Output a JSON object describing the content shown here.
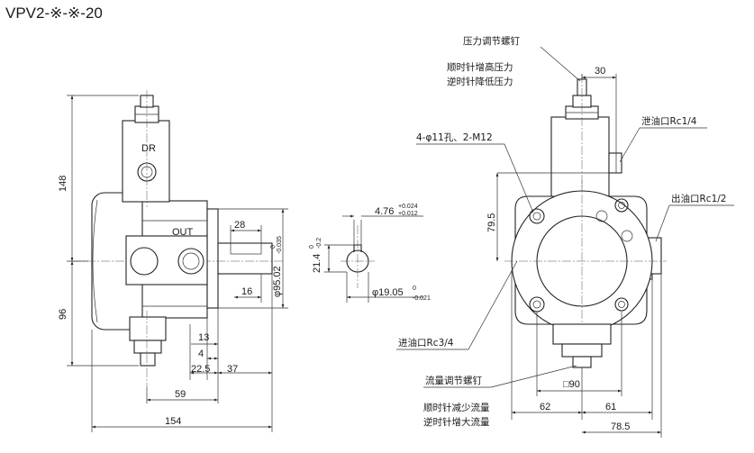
{
  "title": "VPV2-※-※-20",
  "side_view": {
    "labels": {
      "dr": "DR",
      "out": "OUT"
    },
    "dims": {
      "h148": "148",
      "h96": "96",
      "w154": "154",
      "w59": "59",
      "w22_5": "22.5",
      "w37": "37",
      "w4": "4",
      "h13": "13",
      "w28": "28",
      "w16": "16",
      "shaft_dia": "φ95.02",
      "shaft_tol_up": "0",
      "shaft_tol_low": "-0.035"
    }
  },
  "shaft_section": {
    "key_width": "4.76",
    "key_tol_up": "+0.024",
    "key_tol_low": "+0.012",
    "height": "21.4",
    "height_tol_up": "0",
    "height_tol_low": "-0.2",
    "diameter": "φ19.05",
    "dia_tol_up": "0",
    "dia_tol_low": "-0.021"
  },
  "front_view": {
    "callouts": {
      "pressure_screw": "压力调节螺钉",
      "cw_increase": "顺时针增高压力",
      "ccw_decrease": "逆时针降低压力",
      "holes": "4-φ11孔、2-M12",
      "drain": "泄油口Rc1/4",
      "outlet": "出油口Rc1/2",
      "inlet": "进油口Rc3/4",
      "flow_screw": "流量调节螺钉",
      "cw_decrease_flow": "顺时针减少流量",
      "ccw_increase_flow": "逆时针增大流量"
    },
    "dims": {
      "d30": "30",
      "d79_5": "79.5",
      "sq90": "□90",
      "d62": "62",
      "d61": "61",
      "d78_5": "78.5"
    }
  }
}
